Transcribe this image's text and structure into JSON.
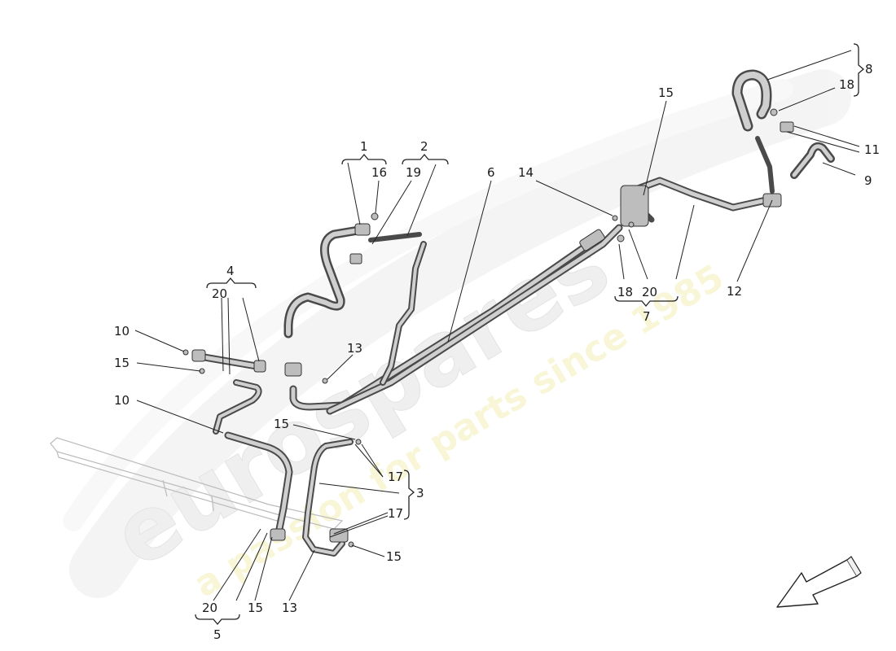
{
  "watermark": {
    "brand": "eurospares",
    "slogan": "a passion for parts since 1985"
  },
  "callouts": {
    "c1": "1",
    "c2": "2",
    "c3": "3",
    "c4": "4",
    "c5": "5",
    "c6": "6",
    "c7": "7",
    "c8": "8",
    "c9": "9",
    "c10a": "10",
    "c10b": "10",
    "c11": "11",
    "c12": "12",
    "c13a": "13",
    "c13b": "13",
    "c14": "14",
    "c15a": "15",
    "c15b": "15",
    "c15c": "15",
    "c15d": "15",
    "c15e": "15",
    "c16": "16",
    "c17a": "17",
    "c17b": "17",
    "c18a": "18",
    "c18b": "18",
    "c19": "19",
    "c20a": "20",
    "c20b": "20",
    "c20c": "20"
  },
  "icons": {
    "direction_arrow": "arrow-down-left-icon"
  }
}
